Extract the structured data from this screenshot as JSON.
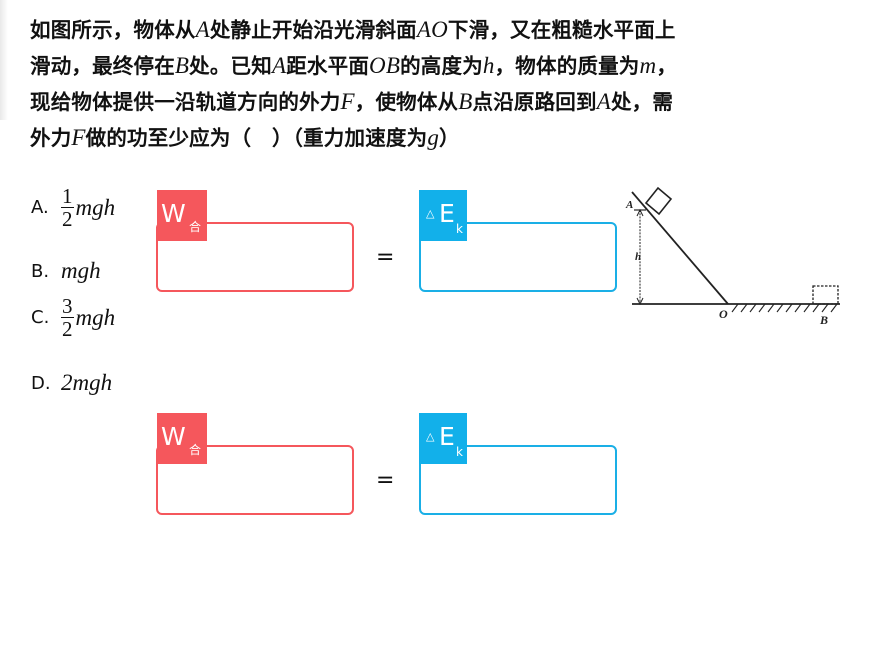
{
  "question": {
    "lines": [
      [
        "如图所示，物体从",
        "A",
        "处静止开始沿光滑斜面",
        "AO",
        "下滑，又在粗糙水平面上"
      ],
      [
        "滑动，最终停在",
        "B",
        "处。已知",
        "A",
        "距水平面",
        "OB",
        "的高度为",
        "h",
        "，物体的质量为",
        "m",
        "，"
      ],
      [
        "现给物体提供一沿轨道方向的外力",
        "F",
        "，使物体从",
        "B",
        "点沿原路回到",
        "A",
        "处，需"
      ],
      [
        "外力",
        "F",
        "做的功至少应为（　）（重力加速度为",
        "g",
        "）"
      ]
    ]
  },
  "options": [
    {
      "letter": "A.",
      "coef_num": "1",
      "coef_den": "2",
      "expr": "mgh"
    },
    {
      "letter": "B.",
      "coef": "",
      "expr": "mgh"
    },
    {
      "letter": "C.",
      "coef_num": "3",
      "coef_den": "2",
      "expr": "mgh"
    },
    {
      "letter": "D.",
      "coef": "2",
      "expr": "mgh"
    }
  ],
  "equations": [
    {
      "left_label": "W",
      "left_sub": "合",
      "equals": "=",
      "right_prefix": "△",
      "right_label": "E",
      "right_sub": "k",
      "left_value": "",
      "right_value": ""
    },
    {
      "left_label": "W",
      "left_sub": "合",
      "equals": "=",
      "right_prefix": "△",
      "right_label": "E",
      "right_sub": "k",
      "left_value": "",
      "right_value": ""
    }
  ],
  "diagram": {
    "labels": {
      "A": "A",
      "h": "h",
      "O": "O",
      "B": "B"
    }
  },
  "colors": {
    "work_red": "#f5575c",
    "energy_blue": "#12b0ea"
  }
}
